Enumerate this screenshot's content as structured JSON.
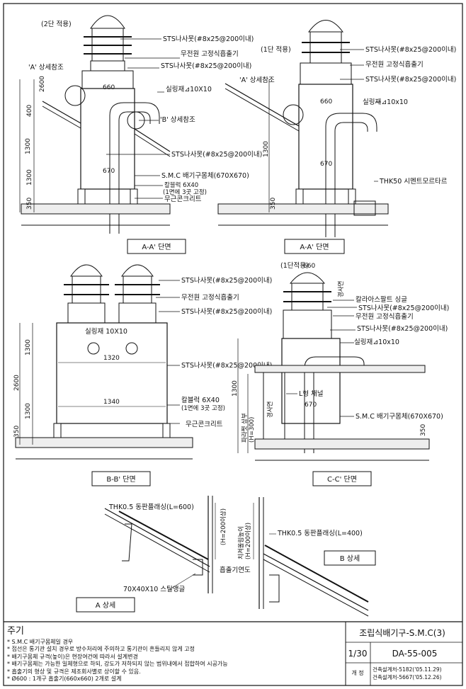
{
  "views": {
    "aa1": {
      "tag": "(2단 적용)",
      "labels": [
        "STS나사못(#8x25@200이내)",
        "무전원 고정식흡출기",
        "STS나사못(#8x25@200이내)",
        "실링재⊿10X10",
        "'B' 상세참조",
        "STS나사못(#8x25@200이내)",
        "S.M.C 배기구몸체(670X670)",
        "칼블럭 6X40",
        "(1면에 3곳 고정)",
        "무근콘크리트"
      ],
      "detail_a": "'A' 상세참조",
      "dims": [
        "660",
        "670",
        "400",
        "1300",
        "2600",
        "1300",
        "350"
      ],
      "caption": "A-A' 단면"
    },
    "aa2": {
      "tag": "(1단 적용)",
      "labels": [
        "STS나사못(#8x25@200이내)",
        "무전원 고정식흡출기",
        "STS나사못(#8x25@200이내)",
        "실링재⊿10x10",
        "THK50 시멘트모르타르"
      ],
      "detail_a": "'A' 상세참조",
      "dims": [
        "660",
        "670",
        "1300",
        "350"
      ],
      "caption": "A-A' 단면"
    },
    "bb": {
      "labels": [
        "STS나사못(#8x25@200이내)",
        "무전원 고정식흡출기",
        "STS나사못(#8x25@200이내)",
        "STS나사못(#8x25@200이내)",
        "칼블럭 6X40",
        "(1면에 3곳 고정)",
        "무근콘크리트"
      ],
      "seal": "실링재 10X10",
      "dims": [
        "1320",
        "1340",
        "1300",
        "2600",
        "1300",
        "350"
      ],
      "caption": "B-B' 단면"
    },
    "cc": {
      "tag": "(1단적용)",
      "labels": [
        "칼라아스팔트 싱글",
        "STS나사못(#8x25@200이내)",
        "무전원 고정식흡출기",
        "STS나사못(#8x25@200이내)",
        "실링재⊿10x10",
        "L형 채널",
        "S.M.C 배기구몸체(670X670)"
      ],
      "slope1": "경사면",
      "slope2": "경사면",
      "parapet": "파라펫 상부",
      "parapet_h": "(H=300)",
      "dims": [
        "660",
        "670",
        "1300",
        "350"
      ],
      "caption": "C-C' 단면"
    },
    "ad": {
      "label1": "THK0.5 동판플래싱(L=600)",
      "label2": "70X40X10 스틸앵글",
      "h": "(H=200이상)",
      "caption": "A 상세"
    },
    "bd": {
      "label1": "THK0.5 동판플래싱(L=400)",
      "h1": "치켜올림높이",
      "h2": "(H=200이상)",
      "vent": "흡출기연도",
      "caption": "B 상세"
    }
  },
  "notes": {
    "title": "주기",
    "items": [
      "* S.M.C 배기구몸체일 경우",
      "* 접선은 통기관 설치 경우로 방수처리에 주의하고 통기관이 흔들리지 않게 고정",
      "* 배기구몸체 규격(높이)은 현장여건에 따라서 설계변경",
      "* 배기구몸체는 가능한 일체형으로 하되, 강도가 저하되지 않는 범위내에서 접합하여 시공가능",
      "* 흡출기의 형상 및 규격은 제조회사별로 상이할 수 있음.",
      "* Ø600 : 1개구 흡출기(660x660) 2개로 설계"
    ]
  },
  "title_block": {
    "title": "조립식배기구-S.M.C(3)",
    "page": "1/30",
    "code": "DA-55-005",
    "rev_label": "개 정",
    "history": [
      "건축설계처-5182('05.11.29)",
      "건축설계처-5667('05.12.26)"
    ]
  }
}
